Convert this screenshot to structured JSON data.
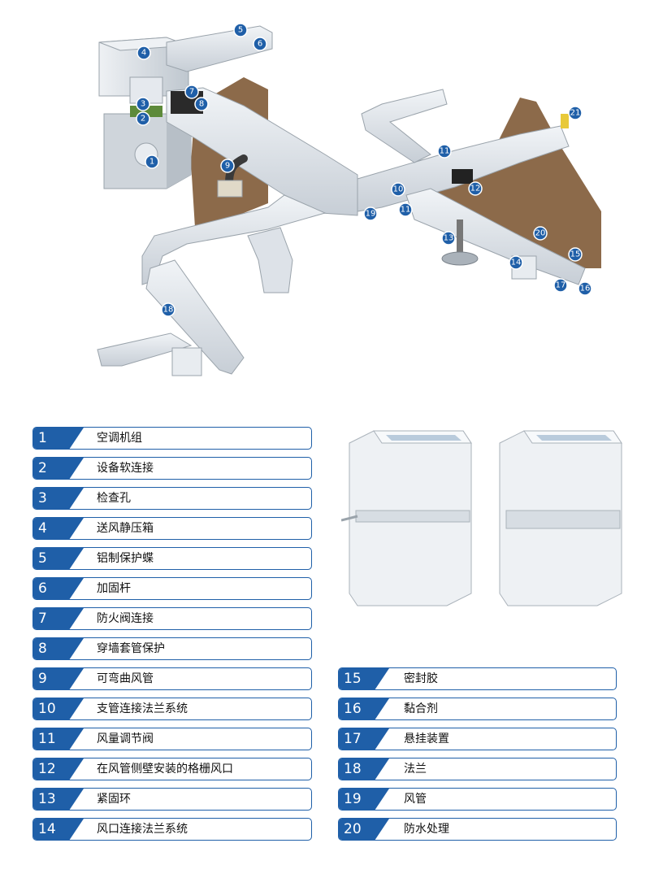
{
  "markers": [
    "1",
    "2",
    "3",
    "4",
    "5",
    "6",
    "7",
    "8",
    "9",
    "10",
    "11",
    "11",
    "12",
    "13",
    "14",
    "15",
    "16",
    "17",
    "18",
    "19",
    "20",
    "21"
  ],
  "legend_left": [
    {
      "num": "1",
      "label": "空调机组"
    },
    {
      "num": "2",
      "label": "设备软连接"
    },
    {
      "num": "3",
      "label": "检查孔"
    },
    {
      "num": "4",
      "label": "送风静压箱"
    },
    {
      "num": "5",
      "label": "铝制保护蝶"
    },
    {
      "num": "6",
      "label": "加固杆"
    },
    {
      "num": "7",
      "label": "防火阀连接"
    },
    {
      "num": "8",
      "label": "穿墙套管保护"
    },
    {
      "num": "9",
      "label": "可弯曲风管"
    },
    {
      "num": "10",
      "label": "支管连接法兰系统"
    },
    {
      "num": "11",
      "label": "风量调节阀"
    },
    {
      "num": "12",
      "label": "在风管侧壁安装的格栅风口"
    },
    {
      "num": "13",
      "label": "紧固环"
    },
    {
      "num": "14",
      "label": "风口连接法兰系统"
    }
  ],
  "legend_right": [
    {
      "num": "15",
      "label": "密封胶"
    },
    {
      "num": "16",
      "label": "黏合剂"
    },
    {
      "num": "17",
      "label": "悬挂装置"
    },
    {
      "num": "18",
      "label": "法兰"
    },
    {
      "num": "19",
      "label": "风管"
    },
    {
      "num": "20",
      "label": "防水处理"
    }
  ],
  "colors": {
    "accent": "#1f5fa8",
    "duct": "#dfe4ea",
    "wall": "#8c6a4a"
  }
}
